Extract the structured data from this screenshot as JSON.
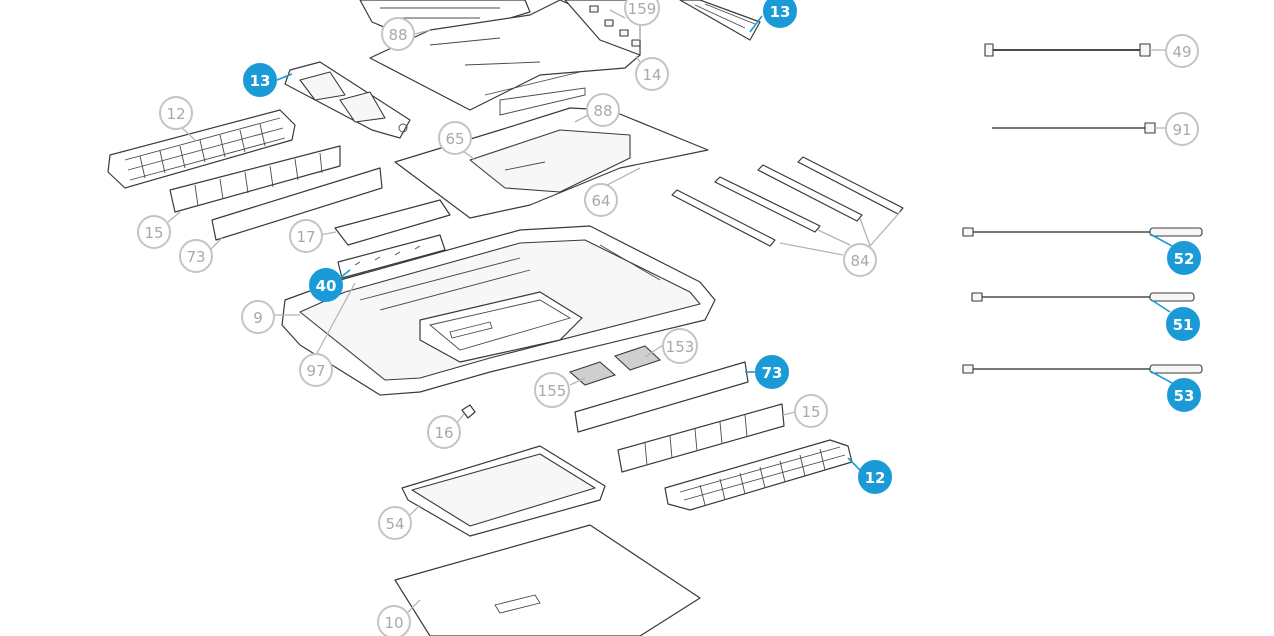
{
  "diagram": {
    "highlight_color": "#1a9bd7",
    "callout_text_color": "#a9a9a9",
    "callouts": [
      {
        "label": "88",
        "highlighted": false
      },
      {
        "label": "159",
        "highlighted": false
      },
      {
        "label": "13",
        "highlighted": true
      },
      {
        "label": "14",
        "highlighted": false
      },
      {
        "label": "13",
        "highlighted": true
      },
      {
        "label": "12",
        "highlighted": false
      },
      {
        "label": "88",
        "highlighted": false
      },
      {
        "label": "65",
        "highlighted": false
      },
      {
        "label": "64",
        "highlighted": false
      },
      {
        "label": "15",
        "highlighted": false
      },
      {
        "label": "73",
        "highlighted": false
      },
      {
        "label": "17",
        "highlighted": false
      },
      {
        "label": "84",
        "highlighted": false
      },
      {
        "label": "40",
        "highlighted": true
      },
      {
        "label": "9",
        "highlighted": false
      },
      {
        "label": "97",
        "highlighted": false
      },
      {
        "label": "153",
        "highlighted": false
      },
      {
        "label": "73",
        "highlighted": true
      },
      {
        "label": "155",
        "highlighted": false
      },
      {
        "label": "15",
        "highlighted": false
      },
      {
        "label": "16",
        "highlighted": false
      },
      {
        "label": "12",
        "highlighted": true
      },
      {
        "label": "54",
        "highlighted": false
      },
      {
        "label": "10",
        "highlighted": false
      },
      {
        "label": "49",
        "highlighted": false
      },
      {
        "label": "91",
        "highlighted": false
      },
      {
        "label": "52",
        "highlighted": true
      },
      {
        "label": "51",
        "highlighted": true
      },
      {
        "label": "53",
        "highlighted": true
      }
    ]
  }
}
